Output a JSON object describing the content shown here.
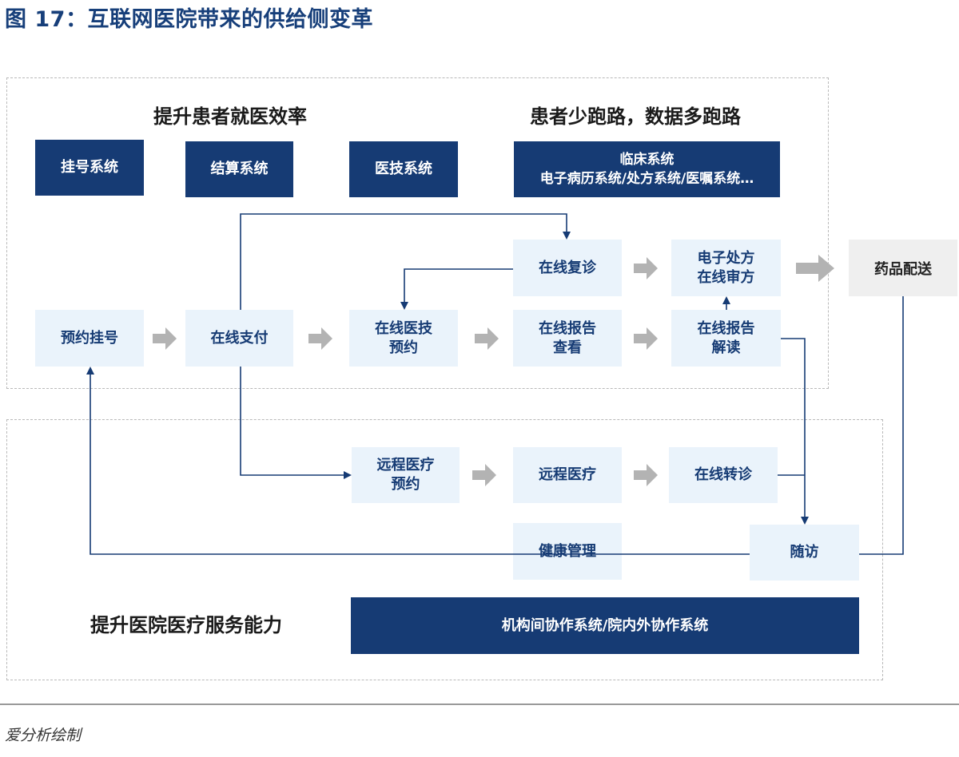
{
  "title": "图 17：互联网医院带来的供给侧变革",
  "headings": {
    "efficiency": "提升患者就医效率",
    "data_runs": "患者少跑路，数据多跑路",
    "capability": "提升医院医疗服务能力"
  },
  "systems": {
    "registration": "挂号系统",
    "settlement": "结算系统",
    "medtech": "医技系统",
    "clinical_title": "临床系统",
    "clinical_sub": "电子病历系统/处方系统/医嘱系统…",
    "collaboration": "机构间协作系统/院内外协作系统"
  },
  "steps": {
    "appointment": "预约挂号",
    "payment": "在线支付",
    "medtech_booking_l1": "在线医技",
    "medtech_booking_l2": "预约",
    "report_view_l1": "在线报告",
    "report_view_l2": "查看",
    "report_read_l1": "在线报告",
    "report_read_l2": "解读",
    "revisit": "在线复诊",
    "eprescription_l1": "电子处方",
    "eprescription_l2": "在线审方",
    "drug_delivery": "药品配送",
    "remote_booking_l1": "远程医疗",
    "remote_booking_l2": "预约",
    "remote_care": "远程医疗",
    "referral": "在线转诊",
    "health_mgmt": "健康管理",
    "followup": "随访"
  },
  "colors": {
    "dark_blue": "#163b74",
    "light_blue": "#eaf3fb",
    "arrow_grey": "#b3b3b3",
    "dashed_border": "#b9b9b9"
  },
  "source": "爱分析绘制"
}
